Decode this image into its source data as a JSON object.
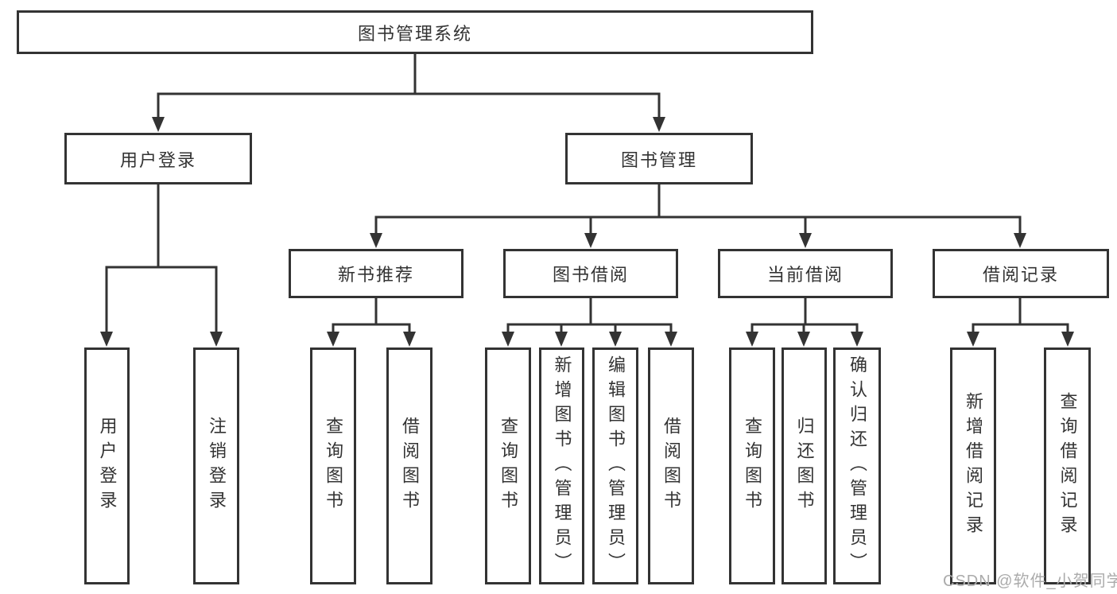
{
  "tree": {
    "root": "图书管理系统",
    "level2": [
      "用户登录",
      "图书管理"
    ],
    "level3": [
      "新书推荐",
      "图书借阅",
      "当前借阅",
      "借阅记录"
    ],
    "leaves_login": [
      "用户登录",
      "注销登录"
    ],
    "leaves_recommend": [
      "查询图书",
      "借阅图书"
    ],
    "leaves_borrow": [
      "查询图书",
      "新增图书（管理员）",
      "编辑图书（管理员）",
      "借阅图书"
    ],
    "leaves_current": [
      "查询图书",
      "归还图书",
      "确认归还（管理员）"
    ],
    "leaves_records": [
      "新增借阅记录",
      "查询借阅记录"
    ]
  },
  "watermark": "CSDN @软件_小贺同学",
  "colors": {
    "line": "#333333",
    "text": "#333333",
    "box_background": "#ffffff",
    "watermark": "#ababab",
    "background": "#ffffff"
  }
}
